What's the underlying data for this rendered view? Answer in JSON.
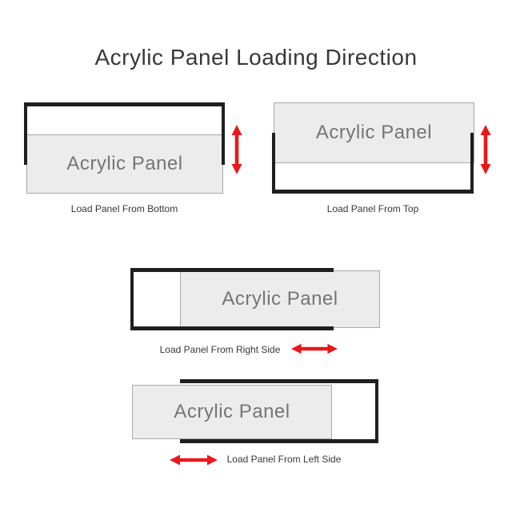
{
  "title": "Acrylic Panel Loading Direction",
  "colors": {
    "frame": "#1f1f1f",
    "panel_fill": "#ececec",
    "panel_border": "#a8a8a8",
    "panel_text": "#757575",
    "arrow": "#e8191c",
    "text": "#383838"
  },
  "diagrams": [
    {
      "id": "load-from-bottom",
      "panel_label": "Acrylic Panel",
      "caption": "Load Panel From Bottom",
      "open_side": "bottom",
      "arrow_icon": "up-down-arrow-icon"
    },
    {
      "id": "load-from-top",
      "panel_label": "Acrylic Panel",
      "caption": "Load Panel From Top",
      "open_side": "top",
      "arrow_icon": "up-down-arrow-icon"
    },
    {
      "id": "load-from-right-side",
      "panel_label": "Acrylic Panel",
      "caption": "Load Panel From Right Side",
      "open_side": "right",
      "arrow_icon": "left-right-arrow-icon"
    },
    {
      "id": "load-from-left-side",
      "panel_label": "Acrylic Panel",
      "caption": "Load Panel From Left Side",
      "open_side": "left",
      "arrow_icon": "left-right-arrow-icon"
    }
  ]
}
